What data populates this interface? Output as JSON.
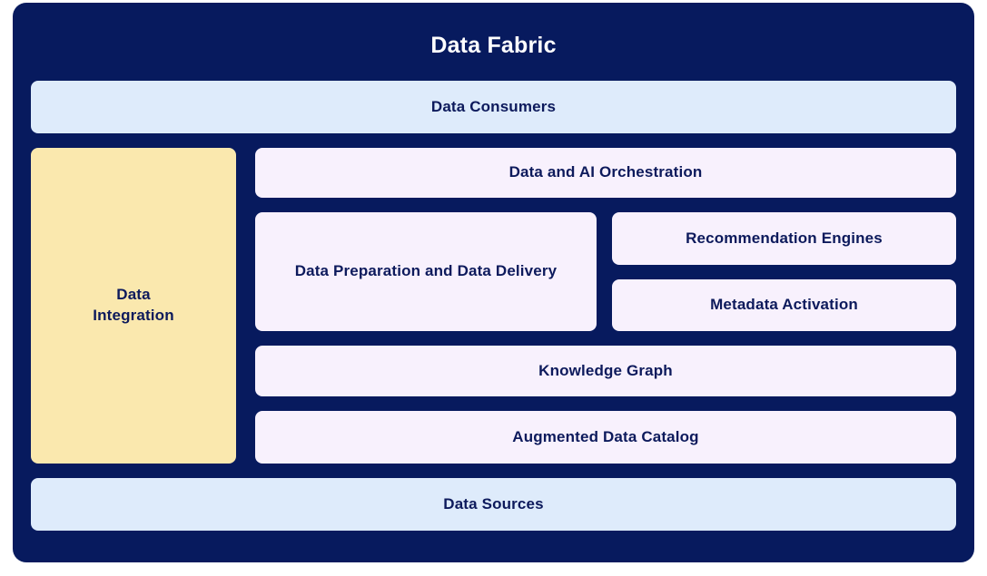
{
  "diagram": {
    "title": "Data Fabric",
    "type": "layered-architecture",
    "colors": {
      "panel_navy": "#071A5E",
      "text_navy": "#0D1A5C",
      "title_white": "#FFFFFF",
      "consumer_blue": "#DEEBFB",
      "integration_yellow": "#FAE8AE",
      "capability_lilac": "#F8F1FD",
      "canvas_white": "#FFFFFF"
    },
    "layers": {
      "top": {
        "label": "Data Consumers"
      },
      "left_column": {
        "label": "Data Integration",
        "label_line1": "Data",
        "label_line2": "Integration"
      },
      "core": [
        {
          "id": "orchestration",
          "label": "Data and AI Orchestration"
        },
        {
          "id": "preparation",
          "label": "Data Preparation and Data Delivery"
        },
        {
          "id": "recommendation",
          "label": "Recommendation Engines"
        },
        {
          "id": "metadata",
          "label": "Metadata Activation"
        },
        {
          "id": "knowledge",
          "label": "Knowledge Graph"
        },
        {
          "id": "catalog",
          "label": "Augmented Data Catalog"
        }
      ],
      "bottom": {
        "label": "Data Sources"
      }
    }
  }
}
